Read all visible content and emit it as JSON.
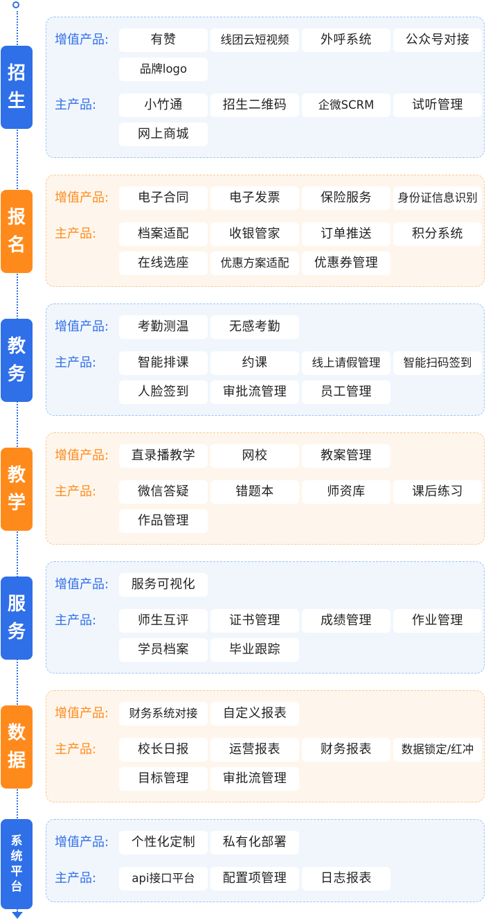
{
  "sections": [
    {
      "title_chars": [
        "招",
        "生"
      ],
      "value_label": "增值产品:",
      "main_label": "主产品:",
      "value_products": [
        "有赞",
        "线团云短视频",
        "外呼系统",
        "公众号对接",
        "品牌logo"
      ],
      "main_products": [
        "小竹通",
        "招生二维码",
        "企微SCRM",
        "试听管理",
        "网上商城"
      ]
    },
    {
      "title_chars": [
        "报",
        "名"
      ],
      "value_label": "增值产品:",
      "main_label": "主产品:",
      "value_products": [
        "电子合同",
        "电子发票",
        "保险服务",
        "身份证信息识别"
      ],
      "main_products": [
        "档案适配",
        "收银管家",
        "订单推送",
        "积分系统",
        "在线选座",
        "优惠方案适配",
        "优惠券管理"
      ]
    },
    {
      "title_chars": [
        "教",
        "务"
      ],
      "value_label": "增值产品:",
      "main_label": "主产品:",
      "value_products": [
        "考勤测温",
        "无感考勤"
      ],
      "main_products": [
        "智能排课",
        "约课",
        "线上请假管理",
        "智能扫码签到",
        "人脸签到",
        "审批流管理",
        "员工管理"
      ]
    },
    {
      "title_chars": [
        "教",
        "学"
      ],
      "value_label": "增值产品:",
      "main_label": "主产品:",
      "value_products": [
        "直录播教学",
        "网校",
        "教案管理"
      ],
      "main_products": [
        "微信答疑",
        "错题本",
        "师资库",
        "课后练习",
        "作品管理"
      ]
    },
    {
      "title_chars": [
        "服",
        "务"
      ],
      "value_label": "增值产品:",
      "main_label": "主产品:",
      "value_products": [
        "服务可视化"
      ],
      "main_products": [
        "师生互评",
        "证书管理",
        "成绩管理",
        "作业管理",
        "学员档案",
        "毕业跟踪"
      ]
    },
    {
      "title_chars": [
        "数",
        "据"
      ],
      "value_label": "增值产品:",
      "main_label": "主产品:",
      "value_products": [
        "财务系统对接",
        "自定义报表"
      ],
      "main_products": [
        "校长日报",
        "运营报表",
        "财务报表",
        "数据锁定/红冲",
        "目标管理",
        "审批流管理"
      ]
    },
    {
      "title_chars": [
        "系",
        "统",
        "平",
        "台"
      ],
      "value_label": "增值产品:",
      "main_label": "主产品:",
      "value_products": [
        "个性化定制",
        "私有化部署"
      ],
      "main_products": [
        "api接口平台",
        "配置项管理",
        "日志报表"
      ]
    }
  ],
  "colors": {
    "blue": "#2f6fe8",
    "orange": "#ff8a1c"
  }
}
